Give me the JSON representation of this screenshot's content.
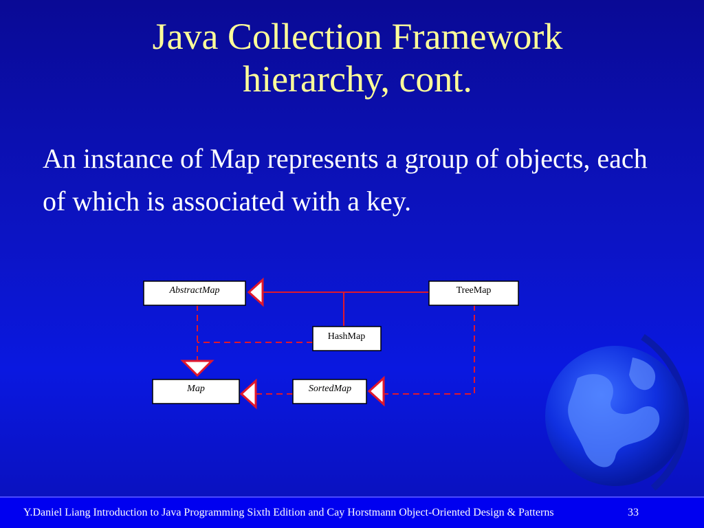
{
  "slide": {
    "title_line1": "Java Collection Framework",
    "title_line2": "hierarchy, cont.",
    "body": "An instance of Map represents a group of objects, each of which is associated with a key.",
    "footer": "Y.Daniel Liang Introduction to Java Programming Sixth Edition and Cay Horstmann Object-Oriented Design & Patterns",
    "page_number": "33"
  },
  "diagram": {
    "nodes": {
      "abstractmap": "AbstractMap",
      "treemap": "TreeMap",
      "hashmap": "HashMap",
      "map": "Map",
      "sortedmap": "SortedMap"
    }
  },
  "colors": {
    "background": "#0c14c4",
    "title": "#ffff99",
    "connector": "#e0182c"
  },
  "icons": {
    "decoration": "globe-icon"
  }
}
